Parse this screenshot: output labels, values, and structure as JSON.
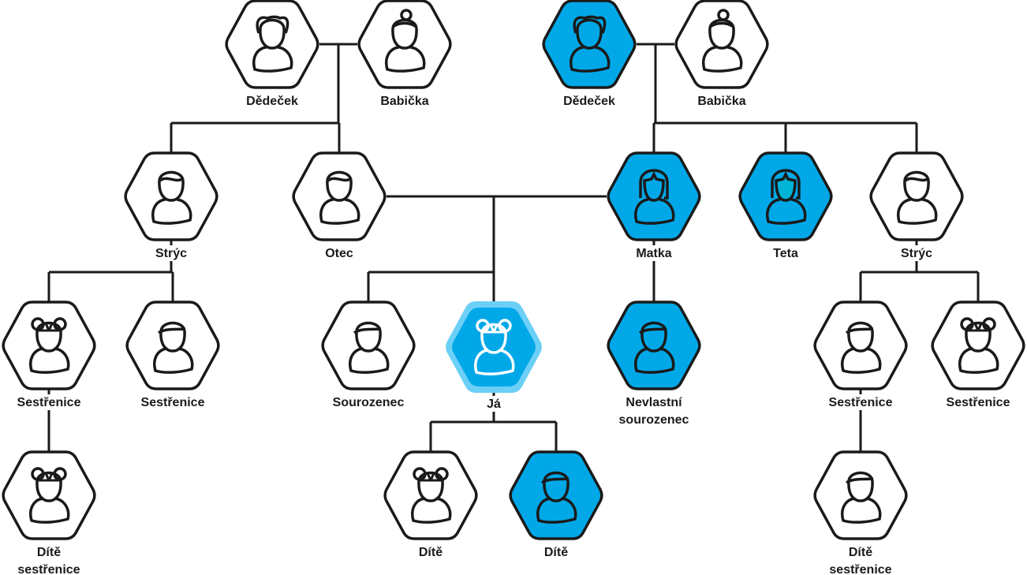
{
  "title": "Rodokmen",
  "colors": {
    "stroke": "#1a1a1a",
    "highlight_fill": "#00a8e8",
    "self_border": "#6ccff6",
    "self_icon": "#ffffff",
    "face_tint": "#00b4d8",
    "plain_fill": "#ffffff"
  },
  "nodes": [
    {
      "id": "grandfather-paternal",
      "label": [
        "Dědeček"
      ],
      "icon": "grandpa-icon",
      "style": "plain"
    },
    {
      "id": "grandmother-paternal",
      "label": [
        "Babička"
      ],
      "icon": "grandma-icon",
      "style": "plain"
    },
    {
      "id": "grandfather-maternal",
      "label": [
        "Dědeček"
      ],
      "icon": "grandpa-icon",
      "style": "highlight"
    },
    {
      "id": "grandmother-maternal",
      "label": [
        "Babička"
      ],
      "icon": "grandma-icon",
      "style": "plain"
    },
    {
      "id": "uncle-paternal",
      "label": [
        "Strýc"
      ],
      "icon": "man-icon",
      "style": "plain"
    },
    {
      "id": "father",
      "label": [
        "Otec"
      ],
      "icon": "man-icon",
      "style": "plain"
    },
    {
      "id": "mother",
      "label": [
        "Matka"
      ],
      "icon": "woman-icon",
      "style": "highlight"
    },
    {
      "id": "aunt",
      "label": [
        "Teta"
      ],
      "icon": "woman-icon",
      "style": "highlight-tinted"
    },
    {
      "id": "uncle-maternal",
      "label": [
        "Strýc"
      ],
      "icon": "man-icon",
      "style": "plain"
    },
    {
      "id": "cousin-1",
      "label": [
        "Sestřenice"
      ],
      "icon": "girl-icon",
      "style": "plain"
    },
    {
      "id": "cousin-2",
      "label": [
        "Sestřenice"
      ],
      "icon": "boy-icon",
      "style": "plain"
    },
    {
      "id": "sibling",
      "label": [
        "Sourozenec"
      ],
      "icon": "boy-icon",
      "style": "plain"
    },
    {
      "id": "me",
      "label": [
        "Já"
      ],
      "icon": "girl-icon",
      "style": "self"
    },
    {
      "id": "half-sibling",
      "label": [
        "Nevlastní",
        "sourozenec"
      ],
      "icon": "boy-icon",
      "style": "highlight"
    },
    {
      "id": "cousin-3",
      "label": [
        "Sestřenice"
      ],
      "icon": "boy-icon",
      "style": "plain"
    },
    {
      "id": "cousin-4",
      "label": [
        "Sestřenice"
      ],
      "icon": "girl-icon",
      "style": "plain"
    },
    {
      "id": "cousin-child-1",
      "label": [
        "Dítě",
        "sestřenice"
      ],
      "icon": "girl-icon",
      "style": "plain"
    },
    {
      "id": "child-1",
      "label": [
        "Dítě"
      ],
      "icon": "girl-icon",
      "style": "plain"
    },
    {
      "id": "child-2",
      "label": [
        "Dítě"
      ],
      "icon": "boy-icon",
      "style": "highlight"
    },
    {
      "id": "cousin-child-2",
      "label": [
        "Dítě",
        "sestřenice"
      ],
      "icon": "boy-icon",
      "style": "plain"
    }
  ],
  "relations": [
    {
      "type": "couple",
      "members": [
        "grandfather-paternal",
        "grandmother-paternal"
      ],
      "children": [
        "uncle-paternal",
        "father"
      ]
    },
    {
      "type": "couple",
      "members": [
        "grandfather-maternal",
        "grandmother-maternal"
      ],
      "children": [
        "mother",
        "aunt",
        "uncle-maternal"
      ]
    },
    {
      "type": "couple",
      "members": [
        "father",
        "mother"
      ],
      "children": [
        "sibling",
        "me"
      ]
    },
    {
      "type": "parent",
      "members": [
        "mother"
      ],
      "children": [
        "half-sibling"
      ]
    },
    {
      "type": "parent",
      "members": [
        "uncle-paternal"
      ],
      "children": [
        "cousin-1",
        "cousin-2"
      ]
    },
    {
      "type": "parent",
      "members": [
        "uncle-maternal"
      ],
      "children": [
        "cousin-3",
        "cousin-4"
      ]
    },
    {
      "type": "parent",
      "members": [
        "me"
      ],
      "children": [
        "child-1",
        "child-2"
      ]
    },
    {
      "type": "parent",
      "members": [
        "cousin-1"
      ],
      "children": [
        "cousin-child-1"
      ]
    },
    {
      "type": "parent",
      "members": [
        "cousin-3"
      ],
      "children": [
        "cousin-child-2"
      ]
    }
  ]
}
